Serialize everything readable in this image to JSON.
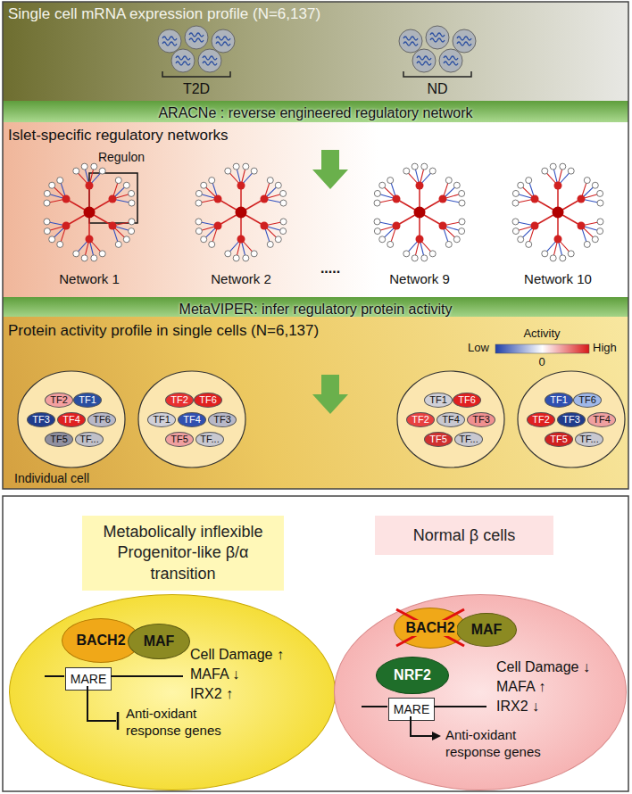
{
  "diagram": {
    "nodes": [
      {
        "text": [
          "Single cell mRNA expression profile (N=6,137)"
        ]
      },
      {
        "text": [
          "ARACNe : reverse engineered regulatory network"
        ]
      },
      {
        "text": [
          "Islet-specific regulatory networks"
        ]
      },
      {
        "text": [
          "MetaVIPER: infer regulatory protein activity"
        ]
      },
      {
        "text": [
          "Protein activity profile in single cells (N=6,137)"
        ]
      },
      {
        "text": [
          "Metabolically inflexible Progenitor-like β/α transition"
        ]
      },
      {
        "text": [
          "Normal β cells"
        ]
      },
      {
        "text": [
          "Cell Damage ↑",
          "MAFA ↓",
          "IRX2 ↑",
          "Anti-oxidant response genes"
        ]
      },
      {
        "text": [
          "BACH2"
        ],
        "in": 7
      },
      {
        "text": [
          "MAF"
        ],
        "in": 7
      },
      {
        "text": [
          "MARE"
        ],
        "in": 7
      },
      {
        "text": [
          "Cell Damage ↓",
          "MAFA ↑",
          "IRX2 ↓",
          "Anti-oxidant response genes"
        ]
      },
      {
        "text": [
          "BACH2"
        ],
        "in": 11
      },
      {
        "text": [
          "MAF"
        ],
        "in": 11
      },
      {
        "text": [
          "NRF2"
        ],
        "in": 11
      },
      {
        "text": [
          "MARE"
        ],
        "in": 11
      }
    ],
    "labels": [
      "T2D",
      "ND",
      "Regulon",
      "Network 1",
      "Network 2",
      ".....",
      "Network 9",
      "Network 10",
      "Activity",
      "Low",
      "0",
      "High",
      "TF2",
      "TF1",
      "TF3",
      "TF4",
      "TF6",
      "TF5",
      "TF...",
      "TF2",
      "TF6",
      "TF1",
      "TF4",
      "TF3",
      "TF5",
      "TF...",
      "TF1",
      "TF6",
      "TF2",
      "TF4",
      "TF3",
      "TF5",
      "TF...",
      "TF1",
      "TF6",
      "TF2",
      "TF3",
      "TF4",
      "TF5",
      "TF...",
      "Individual cell"
    ]
  }
}
